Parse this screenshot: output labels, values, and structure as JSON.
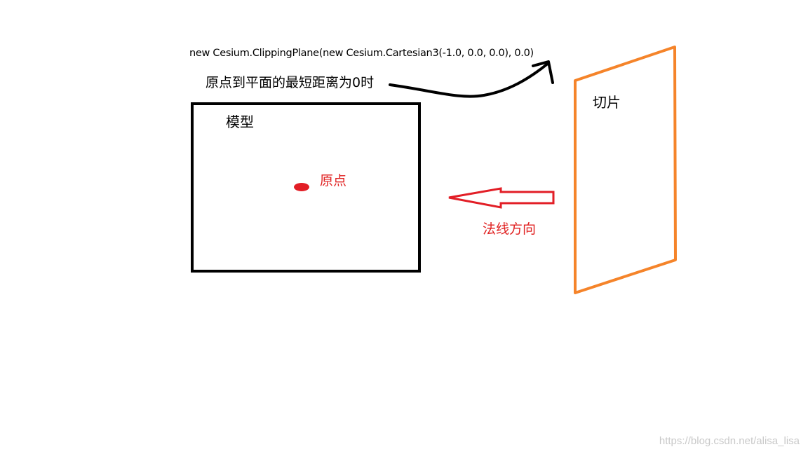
{
  "labels": {
    "code": "new Cesium.ClippingPlane(new Cesium.Cartesian3(-1.0, 0.0, 0.0), 0.0)",
    "distance_note": "原点到平面的最短距离为0时",
    "model": "模型",
    "origin": "原点",
    "normal_direction": "法线方向",
    "slice": "切片"
  },
  "watermark": "https://blog.csdn.net/alisa_lisa",
  "colors": {
    "model_outline": "#000000",
    "origin_dot": "#e21e26",
    "normal_arrow": "#e21e26",
    "slice_outline": "#f5842a",
    "curve_arrow": "#000000"
  }
}
